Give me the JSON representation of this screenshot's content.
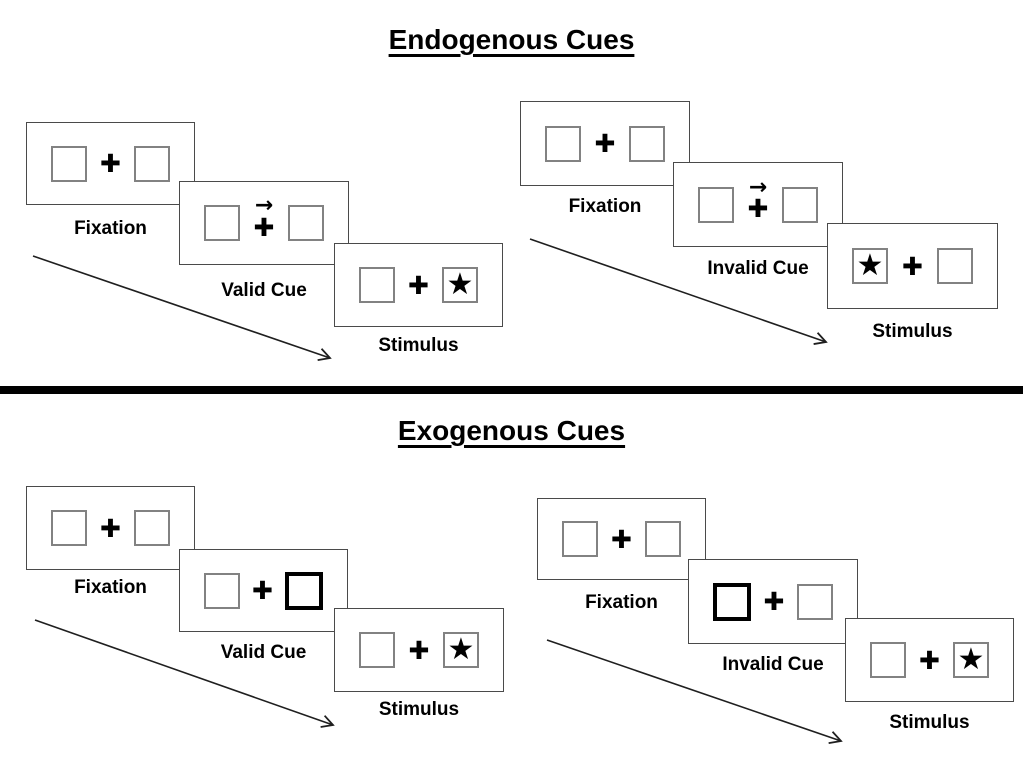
{
  "sections": [
    {
      "title": "Endogenous Cues",
      "groups": [
        {
          "trial_type": "valid",
          "cue_style": "central-arrow-pointing-right",
          "stimulus_side": "right",
          "panels": [
            {
              "label": "Fixation",
              "left_box": "empty",
              "center": "cross",
              "right_box": "empty"
            },
            {
              "label": "Valid Cue",
              "left_box": "empty",
              "center": "arrow-over-cross",
              "right_box": "empty"
            },
            {
              "label": "Stimulus",
              "left_box": "empty",
              "center": "cross",
              "right_box": "star"
            }
          ]
        },
        {
          "trial_type": "invalid",
          "cue_style": "central-arrow-pointing-right",
          "stimulus_side": "left",
          "panels": [
            {
              "label": "Fixation",
              "left_box": "empty",
              "center": "cross",
              "right_box": "empty"
            },
            {
              "label": "Invalid Cue",
              "left_box": "empty",
              "center": "arrow-over-cross",
              "right_box": "empty"
            },
            {
              "label": "Stimulus",
              "left_box": "star",
              "center": "cross",
              "right_box": "empty"
            }
          ]
        }
      ]
    },
    {
      "title": "Exogenous Cues",
      "groups": [
        {
          "trial_type": "valid",
          "cue_style": "peripheral-bold-box-right",
          "stimulus_side": "right",
          "panels": [
            {
              "label": "Fixation",
              "left_box": "empty",
              "center": "cross",
              "right_box": "empty"
            },
            {
              "label": "Valid Cue",
              "left_box": "empty",
              "center": "cross",
              "right_box": "bold"
            },
            {
              "label": "Stimulus",
              "left_box": "empty",
              "center": "cross",
              "right_box": "star"
            }
          ]
        },
        {
          "trial_type": "invalid",
          "cue_style": "peripheral-bold-box-left",
          "stimulus_side": "right",
          "panels": [
            {
              "label": "Fixation",
              "left_box": "empty",
              "center": "cross",
              "right_box": "empty"
            },
            {
              "label": "Invalid Cue",
              "left_box": "bold",
              "center": "cross",
              "right_box": "empty"
            },
            {
              "label": "Stimulus",
              "left_box": "empty",
              "center": "cross",
              "right_box": "star"
            }
          ]
        }
      ]
    }
  ],
  "symbols": {
    "fixation_cross": "✚",
    "cue_arrow": "→",
    "star": "★"
  },
  "colors": {
    "text": "#000000",
    "divider": "#000000",
    "panel_border": "#4a4a4a",
    "box_border": "#828282",
    "bold_box_border": "#000000"
  }
}
